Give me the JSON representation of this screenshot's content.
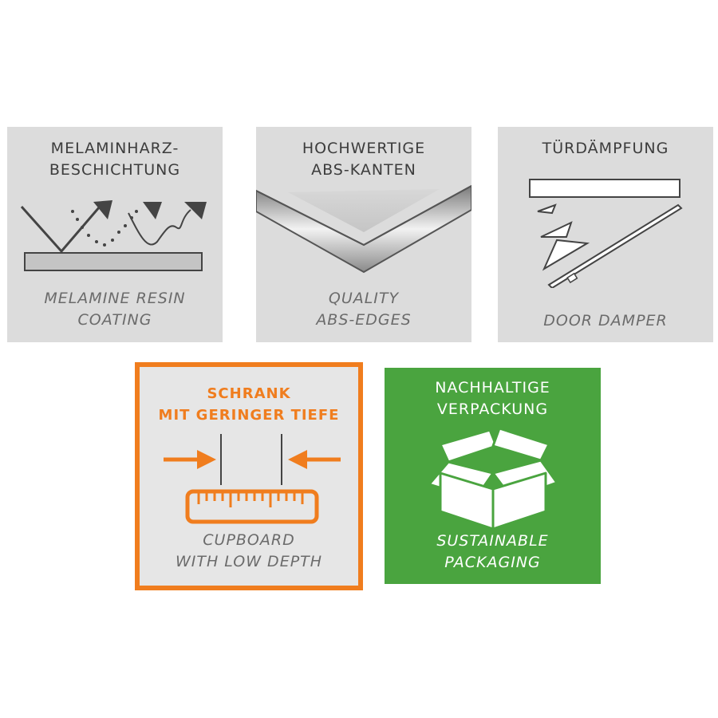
{
  "tiles": [
    {
      "title": "MELAMINHARZ-\nBESCHICHTUNG",
      "subtitle": "MELAMINE RESIN\nCOATING",
      "icon": "melamine-coating-icon"
    },
    {
      "title": "HOCHWERTIGE\nABS-KANTEN",
      "subtitle": "QUALITY\nABS-EDGES",
      "icon": "abs-edge-icon"
    },
    {
      "title": "TÜRDÄMPFUNG",
      "subtitle": "DOOR DAMPER",
      "icon": "door-damper-icon"
    },
    {
      "title": "SCHRANK\nMIT GERINGER TIEFE",
      "subtitle": "CUPBOARD\nWITH LOW DEPTH",
      "icon": "ruler-depth-icon"
    },
    {
      "title": "NACHHALTIGE\nVERPACKUNG",
      "subtitle": "SUSTAINABLE\nPACKAGING",
      "icon": "open-box-icon"
    }
  ],
  "colors": {
    "tile_gray": "#dcdcdc",
    "accent_orange": "#f07d1e",
    "accent_green": "#4aa43f",
    "text_dark": "#3c3c3c",
    "text_muted": "#6b6b6b"
  }
}
